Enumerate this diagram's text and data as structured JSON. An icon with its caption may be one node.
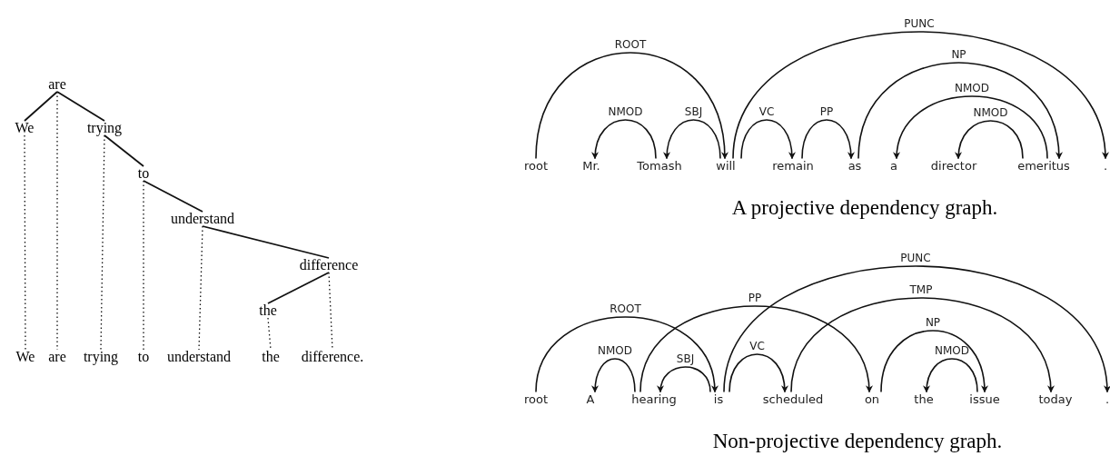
{
  "diagram": {
    "nodes": [
      {
        "text": [
          "are"
        ]
      },
      {
        "text": [
          "We"
        ]
      },
      {
        "text": [
          "trying"
        ]
      },
      {
        "text": [
          "to"
        ]
      },
      {
        "text": [
          "understand"
        ]
      },
      {
        "text": [
          "difference"
        ]
      },
      {
        "text": [
          "the"
        ]
      },
      {
        "text": [
          "We"
        ]
      },
      {
        "text": [
          "are"
        ]
      },
      {
        "text": [
          "trying"
        ]
      },
      {
        "text": [
          "to"
        ]
      },
      {
        "text": [
          "understand"
        ]
      },
      {
        "text": [
          "the"
        ]
      },
      {
        "text": [
          "difference."
        ]
      },
      {
        "text": [
          "root"
        ]
      },
      {
        "text": [
          "Mr."
        ]
      },
      {
        "text": [
          "Tomash"
        ]
      },
      {
        "text": [
          "will"
        ]
      },
      {
        "text": [
          "remain"
        ]
      },
      {
        "text": [
          "as"
        ]
      },
      {
        "text": [
          "a"
        ]
      },
      {
        "text": [
          "director"
        ]
      },
      {
        "text": [
          "emeritus"
        ]
      },
      {
        "text": [
          "."
        ]
      },
      {
        "text": [
          "root"
        ]
      },
      {
        "text": [
          "A"
        ]
      },
      {
        "text": [
          "hearing"
        ]
      },
      {
        "text": [
          "is"
        ]
      },
      {
        "text": [
          "scheduled"
        ]
      },
      {
        "text": [
          "on"
        ]
      },
      {
        "text": [
          "the"
        ]
      },
      {
        "text": [
          "issue"
        ]
      },
      {
        "text": [
          "today"
        ]
      },
      {
        "text": [
          "."
        ]
      }
    ],
    "edges": [
      {
        "from": 0,
        "to": 1,
        "arrow": "none"
      },
      {
        "from": 0,
        "to": 2,
        "arrow": "none"
      },
      {
        "from": 2,
        "to": 3,
        "arrow": "none"
      },
      {
        "from": 3,
        "to": 4,
        "arrow": "none"
      },
      {
        "from": 4,
        "to": 5,
        "arrow": "none"
      },
      {
        "from": 5,
        "to": 6,
        "arrow": "none"
      },
      {
        "from": 1,
        "to": 7,
        "arrow": "none",
        "style": "dashed"
      },
      {
        "from": 0,
        "to": 8,
        "arrow": "none",
        "style": "dashed"
      },
      {
        "from": 2,
        "to": 9,
        "arrow": "none",
        "style": "dashed"
      },
      {
        "from": 3,
        "to": 10,
        "arrow": "none",
        "style": "dashed"
      },
      {
        "from": 4,
        "to": 11,
        "arrow": "none",
        "style": "dashed"
      },
      {
        "from": 6,
        "to": 12,
        "arrow": "none",
        "style": "dashed"
      },
      {
        "from": 5,
        "to": 13,
        "arrow": "none",
        "style": "dashed"
      },
      {
        "from": 14,
        "to": 17,
        "arrow": "to",
        "label": "ROOT"
      },
      {
        "from": 16,
        "to": 15,
        "arrow": "to",
        "label": "NMOD"
      },
      {
        "from": 17,
        "to": 16,
        "arrow": "to",
        "label": "SBJ"
      },
      {
        "from": 17,
        "to": 18,
        "arrow": "to",
        "label": "VC"
      },
      {
        "from": 18,
        "to": 19,
        "arrow": "to",
        "label": "PP"
      },
      {
        "from": 17,
        "to": 23,
        "arrow": "to",
        "label": "PUNC"
      },
      {
        "from": 19,
        "to": 22,
        "arrow": "to",
        "label": "NP"
      },
      {
        "from": 22,
        "to": 20,
        "arrow": "to",
        "label": "NMOD"
      },
      {
        "from": 22,
        "to": 21,
        "arrow": "to",
        "label": "NMOD"
      },
      {
        "from": 24,
        "to": 27,
        "arrow": "to",
        "label": "ROOT"
      },
      {
        "from": 26,
        "to": 25,
        "arrow": "to",
        "label": "NMOD"
      },
      {
        "from": 27,
        "to": 26,
        "arrow": "to",
        "label": "SBJ"
      },
      {
        "from": 26,
        "to": 29,
        "arrow": "to",
        "label": "PP"
      },
      {
        "from": 27,
        "to": 28,
        "arrow": "to",
        "label": "VC"
      },
      {
        "from": 27,
        "to": 33,
        "arrow": "to",
        "label": "PUNC"
      },
      {
        "from": 28,
        "to": 32,
        "arrow": "to",
        "label": "TMP"
      },
      {
        "from": 29,
        "to": 31,
        "arrow": "to",
        "label": "NP"
      },
      {
        "from": 31,
        "to": 30,
        "arrow": "to",
        "label": "NMOD"
      }
    ],
    "labels": [
      "A projective dependency graph.",
      "Non-projective dependency graph."
    ]
  }
}
